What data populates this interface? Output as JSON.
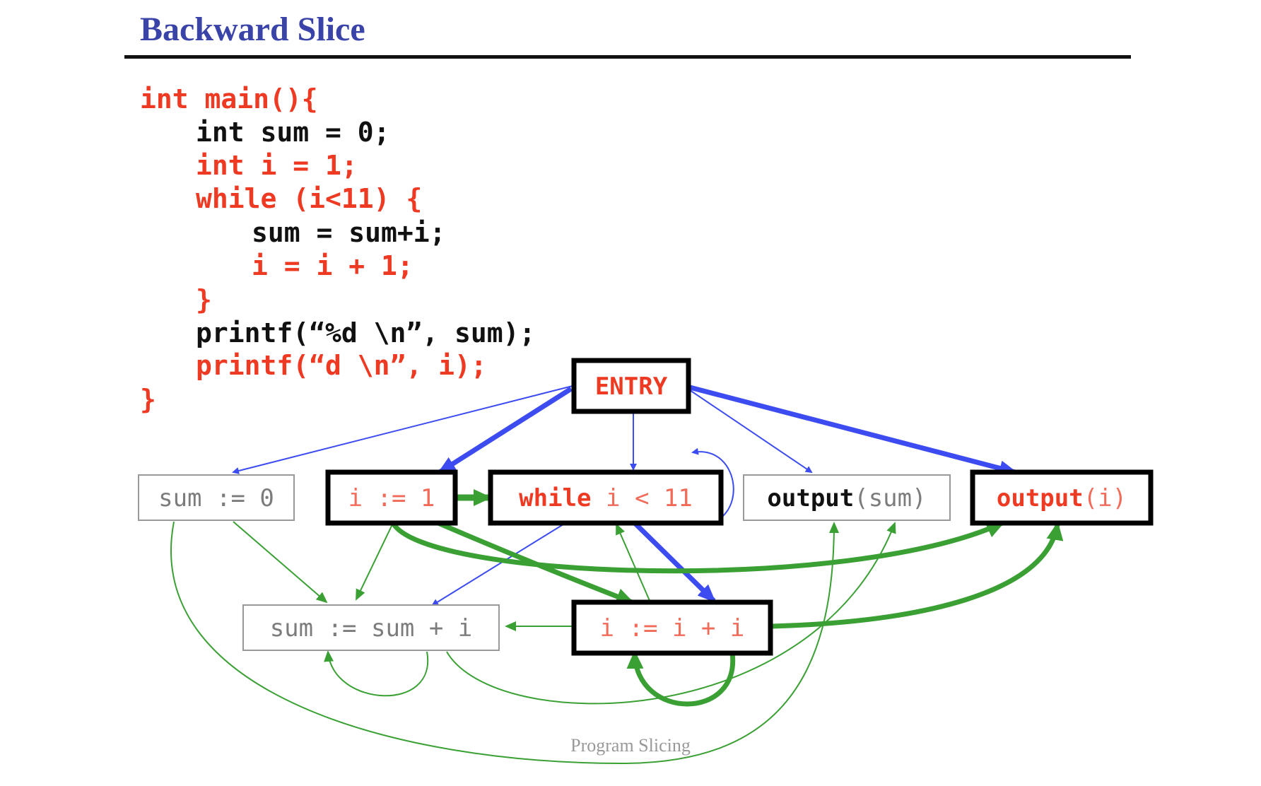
{
  "slide": {
    "title": "Backward Slice",
    "footer": "Program Slicing"
  },
  "code_lines": [
    {
      "text": "int main(){",
      "in_slice": true,
      "indent": 0
    },
    {
      "text": "int sum = 0;",
      "in_slice": false,
      "indent": 1
    },
    {
      "text": "int i = 1;",
      "in_slice": true,
      "indent": 1
    },
    {
      "text": "while (i<11) {",
      "in_slice": true,
      "indent": 1
    },
    {
      "text": "sum = sum+i;",
      "in_slice": false,
      "indent": 2
    },
    {
      "text": "i = i + 1;",
      "in_slice": true,
      "indent": 2
    },
    {
      "text": "}",
      "in_slice": true,
      "indent": 1
    },
    {
      "text": "printf(“%d \\n”, sum);",
      "in_slice": false,
      "indent": 1
    },
    {
      "text": "printf(“d \\n”, i);",
      "in_slice": true,
      "indent": 1
    },
    {
      "text": "}",
      "in_slice": true,
      "indent": 0
    }
  ],
  "graph": {
    "nodes": [
      {
        "id": "entry",
        "in_slice": true,
        "parts": [
          {
            "text": "ENTRY",
            "style": "slice-bold"
          }
        ]
      },
      {
        "id": "sum0",
        "in_slice": false,
        "parts": [
          {
            "text": "sum := 0",
            "style": "plain"
          }
        ]
      },
      {
        "id": "i1",
        "in_slice": true,
        "parts": [
          {
            "text": "i := 1",
            "style": "slice-light"
          }
        ]
      },
      {
        "id": "while",
        "in_slice": true,
        "parts": [
          {
            "text": "while",
            "style": "slice-bold"
          },
          {
            "text": " i < 11",
            "style": "slice-light"
          }
        ]
      },
      {
        "id": "outsum",
        "in_slice": false,
        "parts": [
          {
            "text": "output",
            "style": "plain-bold"
          },
          {
            "text": "(sum)",
            "style": "plain"
          }
        ]
      },
      {
        "id": "outi",
        "in_slice": true,
        "parts": [
          {
            "text": "output",
            "style": "slice-bold"
          },
          {
            "text": "(i)",
            "style": "slice-light"
          }
        ]
      },
      {
        "id": "sumsum",
        "in_slice": false,
        "parts": [
          {
            "text": "sum := sum + i",
            "style": "plain"
          }
        ]
      },
      {
        "id": "iinc",
        "in_slice": true,
        "parts": [
          {
            "text": "i := i + i",
            "style": "slice-light"
          }
        ]
      }
    ],
    "edges": [
      {
        "from": "entry",
        "to": "sum0",
        "kind": "control",
        "in_slice": false
      },
      {
        "from": "entry",
        "to": "i1",
        "kind": "control",
        "in_slice": true
      },
      {
        "from": "entry",
        "to": "while",
        "kind": "control",
        "in_slice": false
      },
      {
        "from": "entry",
        "to": "outsum",
        "kind": "control",
        "in_slice": false
      },
      {
        "from": "entry",
        "to": "outi",
        "kind": "control",
        "in_slice": true
      },
      {
        "from": "while",
        "to": "while",
        "kind": "control",
        "in_slice": false
      },
      {
        "from": "while",
        "to": "sumsum",
        "kind": "control",
        "in_slice": false
      },
      {
        "from": "while",
        "to": "iinc",
        "kind": "control",
        "in_slice": true
      },
      {
        "from": "i1",
        "to": "while",
        "kind": "flow",
        "in_slice": true
      },
      {
        "from": "i1",
        "to": "iinc",
        "kind": "flow",
        "in_slice": true
      },
      {
        "from": "i1",
        "to": "outi",
        "kind": "flow",
        "in_slice": true
      },
      {
        "from": "i1",
        "to": "sumsum",
        "kind": "flow",
        "in_slice": false
      },
      {
        "from": "sum0",
        "to": "sumsum",
        "kind": "flow",
        "in_slice": false
      },
      {
        "from": "sum0",
        "to": "outsum",
        "kind": "flow",
        "in_slice": false
      },
      {
        "from": "sumsum",
        "to": "sumsum",
        "kind": "flow",
        "in_slice": false
      },
      {
        "from": "sumsum",
        "to": "outsum",
        "kind": "flow",
        "in_slice": false
      },
      {
        "from": "iinc",
        "to": "sumsum",
        "kind": "flow",
        "in_slice": false
      },
      {
        "from": "iinc",
        "to": "while",
        "kind": "flow",
        "in_slice": false
      },
      {
        "from": "iinc",
        "to": "iinc",
        "kind": "flow",
        "in_slice": true
      },
      {
        "from": "iinc",
        "to": "outi",
        "kind": "flow",
        "in_slice": true
      }
    ]
  },
  "colors": {
    "title": "#3a43a8",
    "slice_text": "#ee3a22",
    "plain_text": "#111111",
    "control_edge": "#3d4cf0",
    "flow_edge": "#3aa034",
    "node_border_slice": "#000000",
    "node_border_plain": "#999999"
  }
}
